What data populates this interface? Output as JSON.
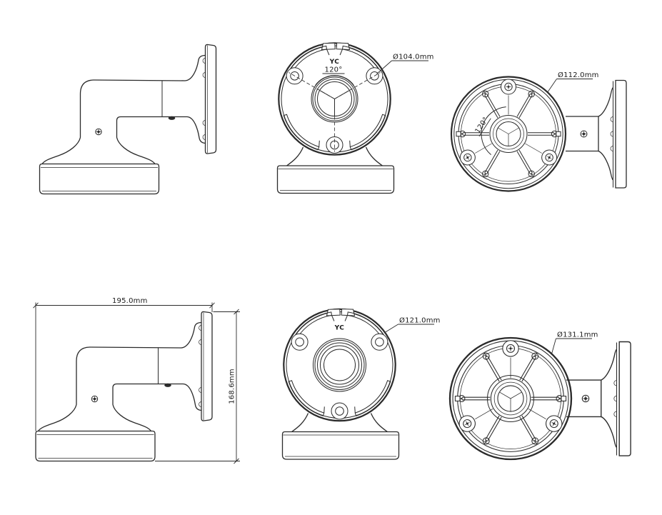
{
  "drawing": {
    "background": "#ffffff",
    "line_color": "#2b2b2b",
    "views": {
      "front_top": {
        "logo": "YC",
        "angle_label": "120°",
        "diameter_label": "Ø104.0mm"
      },
      "base_top": {
        "diameter_label": "Ø112.0mm",
        "angle_label": "120°"
      },
      "side_dimensioned": {
        "width_label": "195.0mm",
        "height_label": "168.6mm"
      },
      "front_bottom": {
        "logo": "YC",
        "diameter_label": "Ø121.0mm"
      },
      "base_bottom": {
        "diameter_label": "Ø131.1mm"
      }
    }
  }
}
